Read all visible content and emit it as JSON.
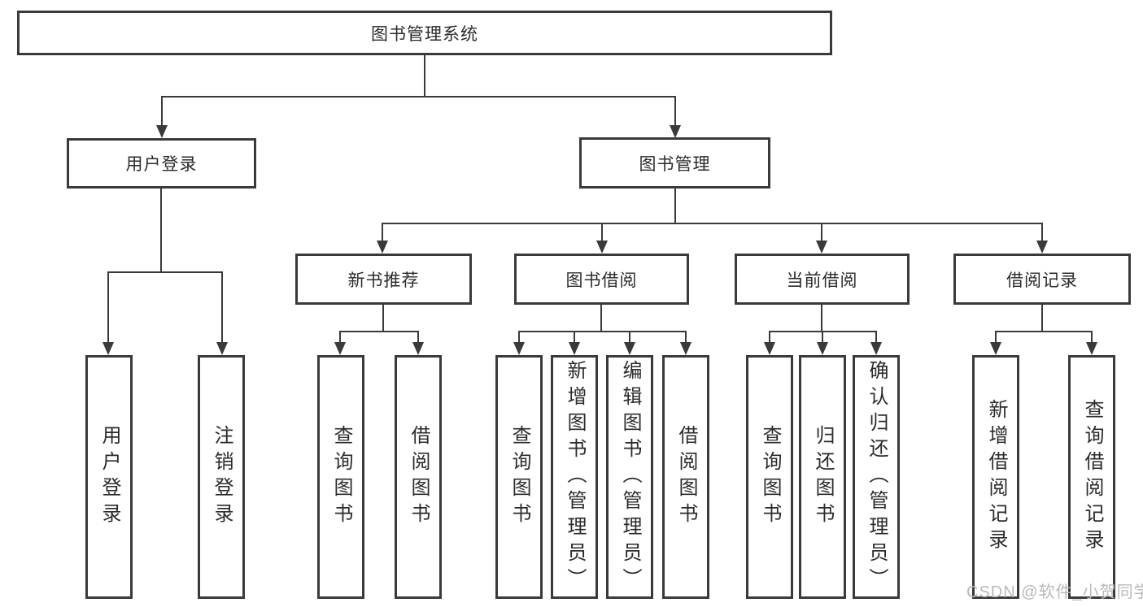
{
  "diagram_title": "图书管理系统",
  "watermark": "CSDN @软件_小贺同学",
  "colors": {
    "line": "#3a3a3a",
    "text": "#2b2b2b",
    "background": "#ffffff",
    "watermark": "#b9b9b9"
  },
  "tree": {
    "root": "图书管理系统",
    "children": [
      {
        "label": "用户登录",
        "children": [
          "用户登录",
          "注销登录"
        ]
      },
      {
        "label": "图书管理",
        "children": [
          {
            "label": "新书推荐",
            "children": [
              "查询图书",
              "借阅图书"
            ]
          },
          {
            "label": "图书借阅",
            "children": [
              "查询图书",
              "新增图书（管理员）",
              "编辑图书（管理员）",
              "借阅图书"
            ]
          },
          {
            "label": "当前借阅",
            "children": [
              "查询图书",
              "归还图书",
              "确认归还（管理员）"
            ]
          },
          {
            "label": "借阅记录",
            "children": [
              "新增借阅记录",
              "查询借阅记录"
            ]
          }
        ]
      }
    ]
  }
}
